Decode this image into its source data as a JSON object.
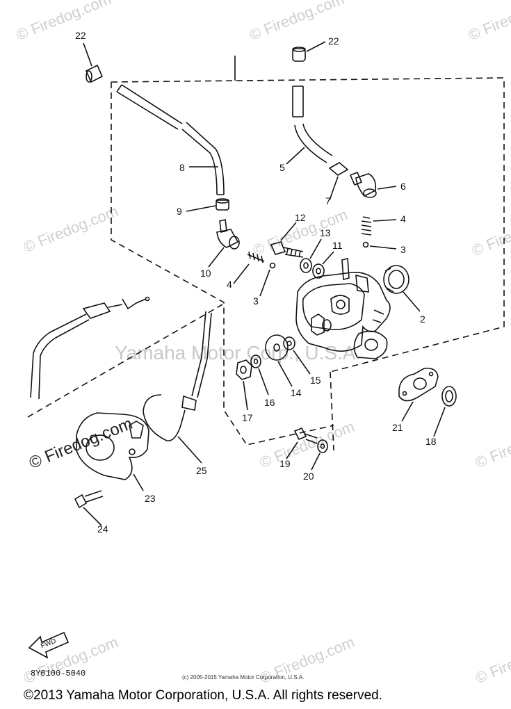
{
  "watermark": {
    "site": "© Firedog.com",
    "center_text": "Yamaha Motor Corp., U.S.A."
  },
  "callouts": [
    {
      "id": "c22a",
      "label": "22"
    },
    {
      "id": "c22b",
      "label": "22"
    },
    {
      "id": "c8",
      "label": "8"
    },
    {
      "id": "c5",
      "label": "5"
    },
    {
      "id": "c6",
      "label": "6"
    },
    {
      "id": "c7",
      "label": "7"
    },
    {
      "id": "c9",
      "label": "9"
    },
    {
      "id": "c10",
      "label": "10"
    },
    {
      "id": "c12",
      "label": "12"
    },
    {
      "id": "c13",
      "label": "13"
    },
    {
      "id": "c11",
      "label": "11"
    },
    {
      "id": "c4a",
      "label": "4"
    },
    {
      "id": "c4b",
      "label": "4"
    },
    {
      "id": "c3a",
      "label": "3"
    },
    {
      "id": "c3b",
      "label": "3"
    },
    {
      "id": "c2",
      "label": "2"
    },
    {
      "id": "c14",
      "label": "14"
    },
    {
      "id": "c15",
      "label": "15"
    },
    {
      "id": "c16",
      "label": "16"
    },
    {
      "id": "c17",
      "label": "17"
    },
    {
      "id": "c21",
      "label": "21"
    },
    {
      "id": "c18",
      "label": "18"
    },
    {
      "id": "c19",
      "label": "19"
    },
    {
      "id": "c20",
      "label": "20"
    },
    {
      "id": "c23",
      "label": "23"
    },
    {
      "id": "c24",
      "label": "24"
    },
    {
      "id": "c25",
      "label": "25"
    }
  ],
  "fwd_label": "FWD",
  "diagram_code": "8Y0100-5040",
  "small_copyright": "(c) 2005-2015 Yamaha Motor Corporation, U.S.A.",
  "footer": "©2013 Yamaha Motor Corporation, U.S.A. All rights reserved."
}
